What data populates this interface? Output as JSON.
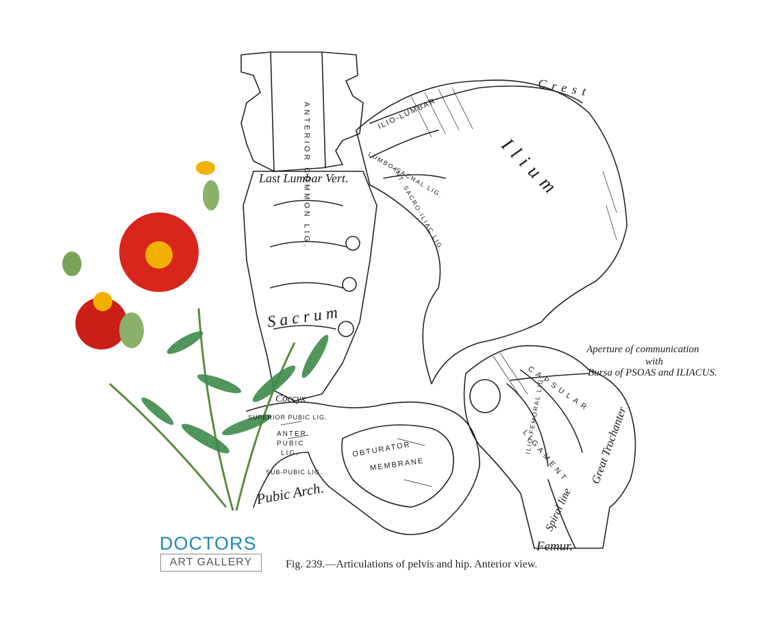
{
  "caption": "Fig. 239.—Articulations of pelvis and hip.   Anterior view.",
  "logo": {
    "line1": "DOCTORS",
    "line2": "ART GALLERY",
    "color": "#1f86b8"
  },
  "labels": {
    "crest": "Crest",
    "ilium": "Ilium",
    "ilio_lumbar": "ILIO-LUMBAR",
    "last_lumbar": "Last Lumbar Vert.",
    "lumbo_sacral": "LUMBO-SACRAL LIG.",
    "ant_sacro_iliac": "ANT. SACRO-ILIAC LIG.",
    "anterior_common": "ANTERIOR COMMON LIG.",
    "sacrum": "Sacrum",
    "coccyx": "Coccyx",
    "superior_pubic": "SUPERIOR PUBIC LIG.",
    "anter_pubic_1": "ANTER.",
    "anter_pubic_2": "PUBIC",
    "anter_pubic_3": "LIG.",
    "sub_pubic": "SUB-PUBIC LIG.",
    "pubic_arch": "Pubic Arch.",
    "obturator": "OBTURATOR",
    "membrane": "MEMBRANE",
    "aperture_1": "Aperture of communication",
    "aperture_2": "with",
    "bursa": "Bursa of PSOAS and ILIACUS.",
    "capsular": "CAPSULAR",
    "ligament": "LIGAMENT",
    "ilio_femoral": "ILIO-FEMORAL LIG.",
    "spiral_line": "Spiral line",
    "great_trochanter": "Great Trochanter",
    "femur": "Femur."
  },
  "flowers": {
    "petal_color": "#d8261c",
    "center_color": "#f2b100",
    "leaf_color": "#3e8a4a"
  }
}
